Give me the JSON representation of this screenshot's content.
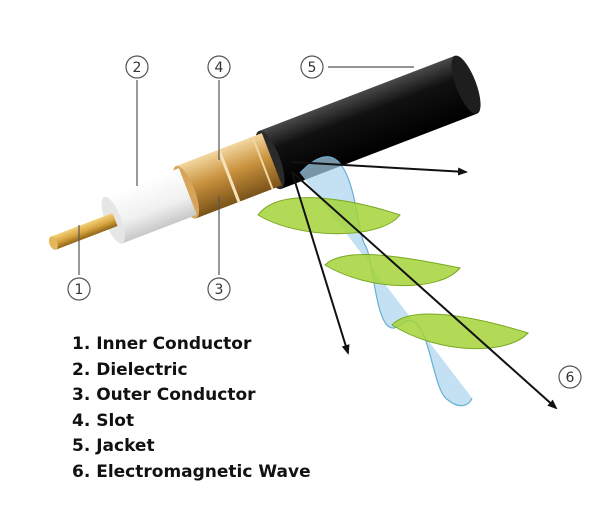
{
  "callouts": [
    "1",
    "2",
    "3",
    "4",
    "5",
    "6"
  ],
  "legend": [
    "1. Inner Conductor",
    "2. Dielectric",
    "3. Outer Conductor",
    "4. Slot",
    "5. Jacket",
    "6. Electromagnetic Wave"
  ],
  "colors": {
    "inner_conductor": "#d9a640",
    "dielectric": "#f2f2f2",
    "outer_conductor": "#c9923e",
    "jacket": "#111111",
    "wave_blue": "#a9d4ec",
    "wave_green": "#a6d43a",
    "callout_stroke": "#555555"
  }
}
